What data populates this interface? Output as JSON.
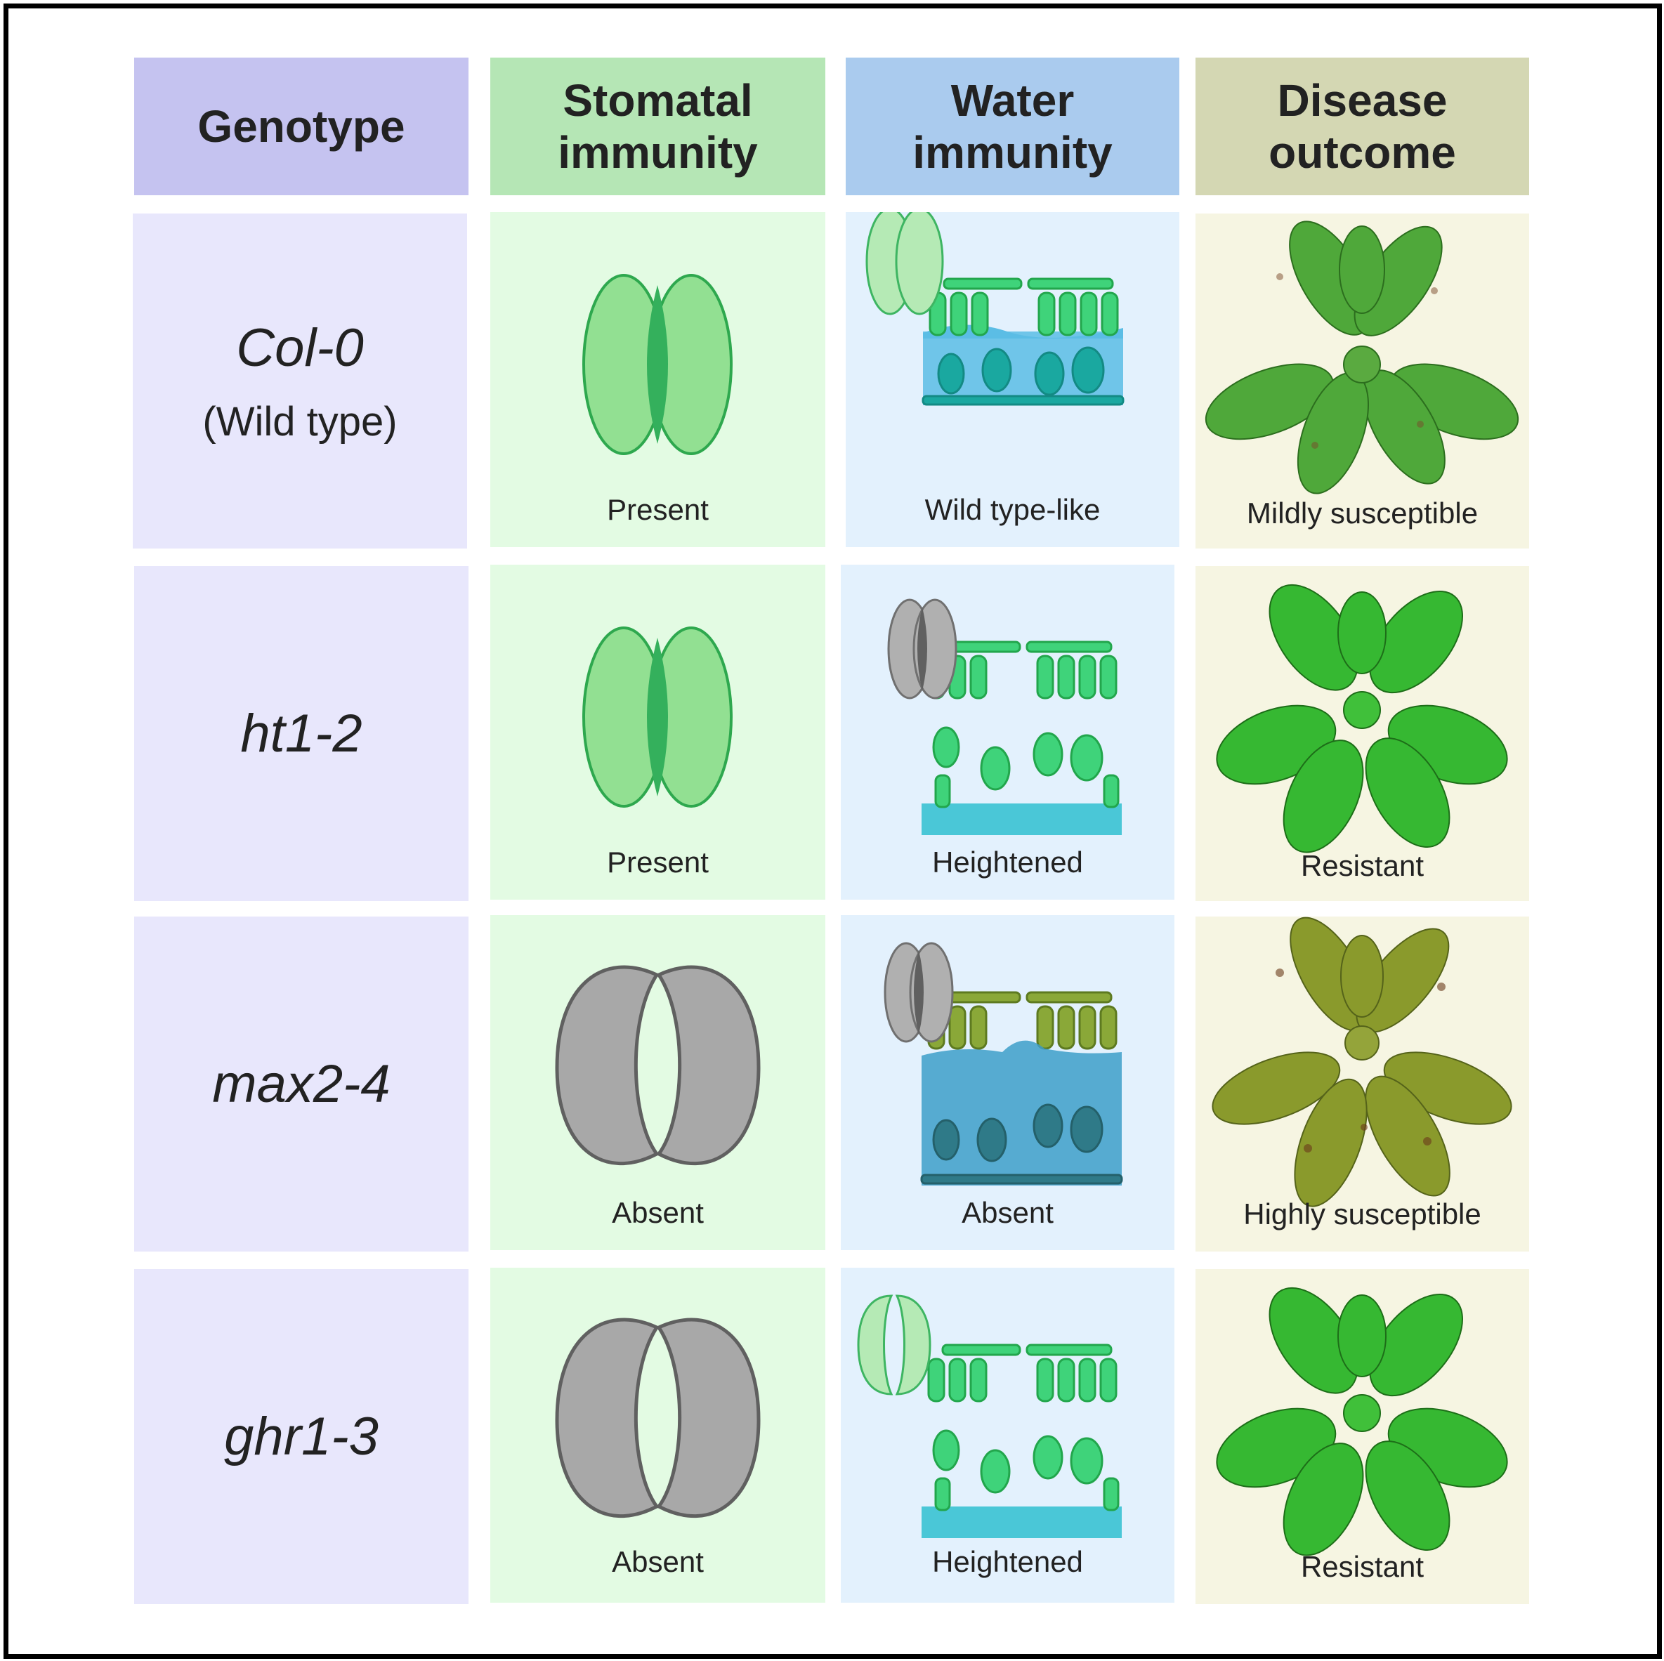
{
  "headers": {
    "genotype": "Genotype",
    "stomatal": "Stomatal\nimmunity",
    "water": "Water\nimmunity",
    "disease": "Disease\noutcome"
  },
  "rows": [
    {
      "genotype": "Col-0",
      "genotype_note": "(Wild type)",
      "stomatal": "Present",
      "water": "Wild type-like",
      "disease": "Mildly susceptible"
    },
    {
      "genotype": "ht1-2",
      "genotype_note": "",
      "stomatal": "Present",
      "water": "Heightened",
      "disease": "Resistant"
    },
    {
      "genotype": "max2-4",
      "genotype_note": "",
      "stomatal": "Absent",
      "water": "Absent",
      "disease": "Highly susceptible"
    },
    {
      "genotype": "ghr1-3",
      "genotype_note": "",
      "stomatal": "Absent",
      "water": "Heightened",
      "disease": "Resistant"
    }
  ],
  "colors": {
    "genotype_header": "#c5c3f0",
    "genotype_cell": "#e8e7fc",
    "stomatal_header": "#b5e6b5",
    "stomatal_cell": "#e3fbe3",
    "water_header": "#aacbee",
    "water_cell": "#e3f1fd",
    "disease_header": "#d4d7b3",
    "disease_cell": "#f6f5e2"
  }
}
